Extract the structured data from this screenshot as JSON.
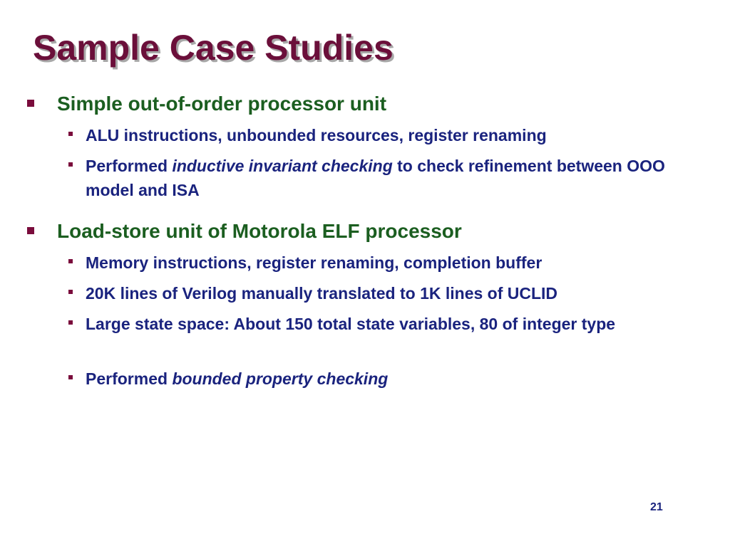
{
  "slide": {
    "title": "Sample Case Studies",
    "page_number": "21"
  },
  "sections": [
    {
      "heading": "Simple out-of-order processor unit",
      "items": [
        {
          "text": "ALU instructions, unbounded resources, register renaming"
        },
        {
          "pre": "Performed ",
          "em": "inductive invariant checking",
          "post": " to check refinement between OOO model and ISA"
        }
      ]
    },
    {
      "heading": "Load-store unit of Motorola ELF processor",
      "items": [
        {
          "text": "Memory instructions, register renaming, completion buffer"
        },
        {
          "text": "20K lines of Verilog manually translated to 1K lines of UCLID"
        },
        {
          "text": "Large state space:  About 150 total state variables, 80 of integer type"
        },
        {
          "pre": "Performed ",
          "em": "bounded property checking"
        }
      ]
    }
  ],
  "colors": {
    "title": "#6b0f3a",
    "level1_text": "#1b5e20",
    "level2_text": "#1a237e",
    "bullet": "#7a0c3c"
  }
}
